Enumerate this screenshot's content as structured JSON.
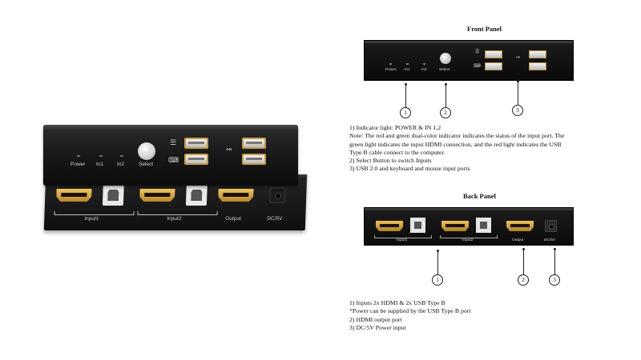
{
  "product_photo": {
    "front_labels": {
      "power": "Power",
      "in1": "In1",
      "in2": "In2",
      "select": "Select"
    },
    "back_labels": {
      "input1": "Input1",
      "input2": "Input2",
      "output": "Output",
      "dc": "DC/5V"
    }
  },
  "front_panel": {
    "heading": "Front Panel",
    "labels": {
      "power": "Power",
      "in1": "In1",
      "in2": "In2",
      "select": "Select"
    },
    "callouts": [
      "1",
      "2",
      "3"
    ],
    "notes": [
      "1)  Indicator light: POWER & IN 1,2",
      "Note: The red and green dual-color indicator indicates the status of the input port. The",
      "green light indicates the input HDMI connection, and the red light indicates the USB",
      "Type B cable connect to the computer.",
      "2)  Select Button to switch Inputs",
      "3)  USB 2.0 and keyboard and mouse input ports"
    ]
  },
  "back_panel": {
    "heading": "Back Panel",
    "labels": {
      "input1": "Input1",
      "input2": "Input2",
      "output": "Output",
      "dc": "DC/5V"
    },
    "callouts": [
      "1",
      "2",
      "3"
    ],
    "notes": [
      "1)  Inputs   2x HDMI & 2x USB Type B",
      "*Power can be supplied by the USB Type B port",
      "2)  HDMI output port",
      "3)  DC/5V Power input"
    ]
  },
  "icons": {
    "mouse": "mouse-icon",
    "keyboard": "keyboard-icon",
    "usb": "usb-icon"
  }
}
